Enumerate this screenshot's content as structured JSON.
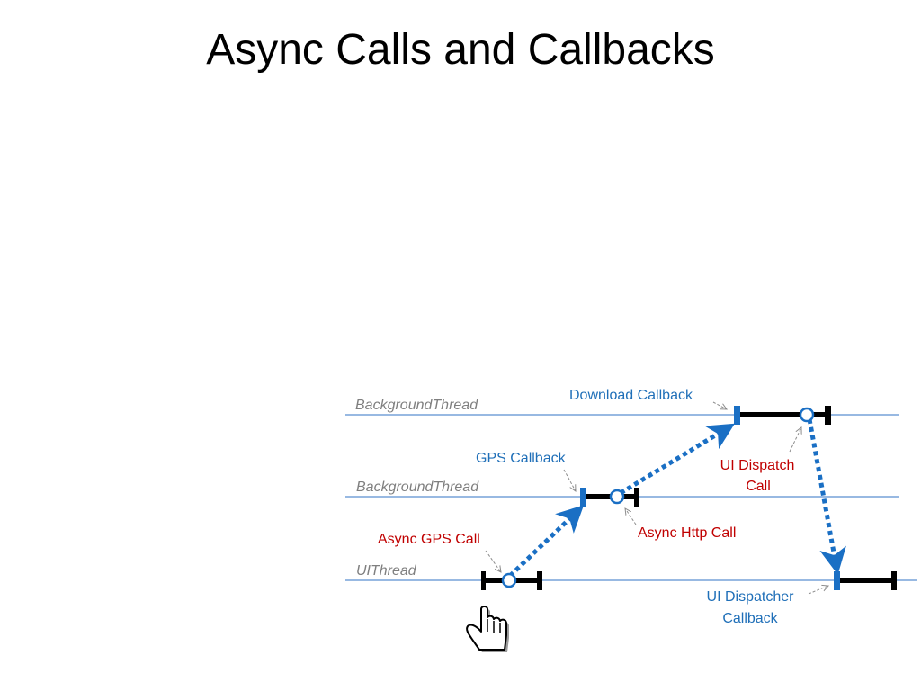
{
  "slide": {
    "title": "Async Calls and Callbacks"
  },
  "threads": {
    "background_1": "BackgroundThread",
    "background_2": "BackgroundThread",
    "ui": "UIThread"
  },
  "labels": {
    "download_callback": "Download Callback",
    "gps_callback": "GPS Callback",
    "ui_dispatch_call_line1": "UI Dispatch",
    "ui_dispatch_call_line2": "Call",
    "async_gps_call": "Async GPS Call",
    "async_http_call": "Async Http Call",
    "ui_dispatcher_callback_line1": "UI Dispatcher",
    "ui_dispatcher_callback_line2": "Callback"
  },
  "colors": {
    "thread_line": "#5b8fd0",
    "flow_arrow": "#1a6fc4",
    "callback_text": "#1f6fb8",
    "call_text": "#c00000",
    "thread_text": "#7f7f7f",
    "bar": "#000000"
  },
  "icons": {
    "pointer": "hand-pointer-icon"
  }
}
